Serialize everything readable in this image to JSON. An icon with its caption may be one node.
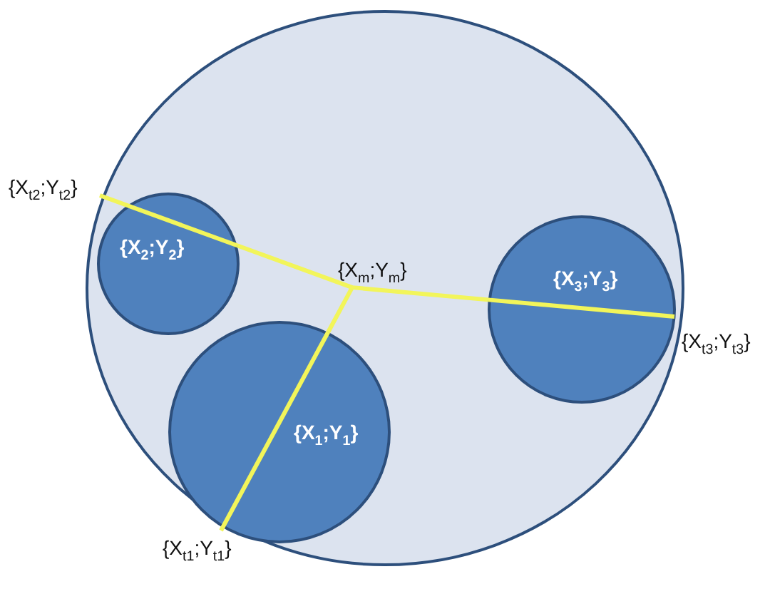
{
  "diagram": {
    "nodes": [
      {
        "text": [],
        "shape": "circle"
      },
      {
        "text": [
          "{X$_{2}$;Y$_{2}$}"
        ],
        "in": 0
      },
      {
        "text": [
          "{X$_{m}$;Y$_{m}$}"
        ],
        "in": 0
      },
      {
        "text": [
          "{X$_{3}$;Y$_{3}$}"
        ],
        "in": 0
      },
      {
        "text": [
          "{X$_{1}$;Y$_{1}$}"
        ],
        "in": 0
      }
    ],
    "edges": [
      {
        "from": 2,
        "to": 1,
        "arrow": "none"
      },
      {
        "from": 2,
        "to": 3,
        "arrow": "none"
      },
      {
        "from": 2,
        "to": 4,
        "arrow": "none"
      }
    ],
    "labels": [
      "{X$_{t2}$;Y$_{t2}$}",
      "{X$_{t3}$;Y$_{t3}$}",
      "{X$_{t1}$;Y$_{t1}$}"
    ]
  }
}
